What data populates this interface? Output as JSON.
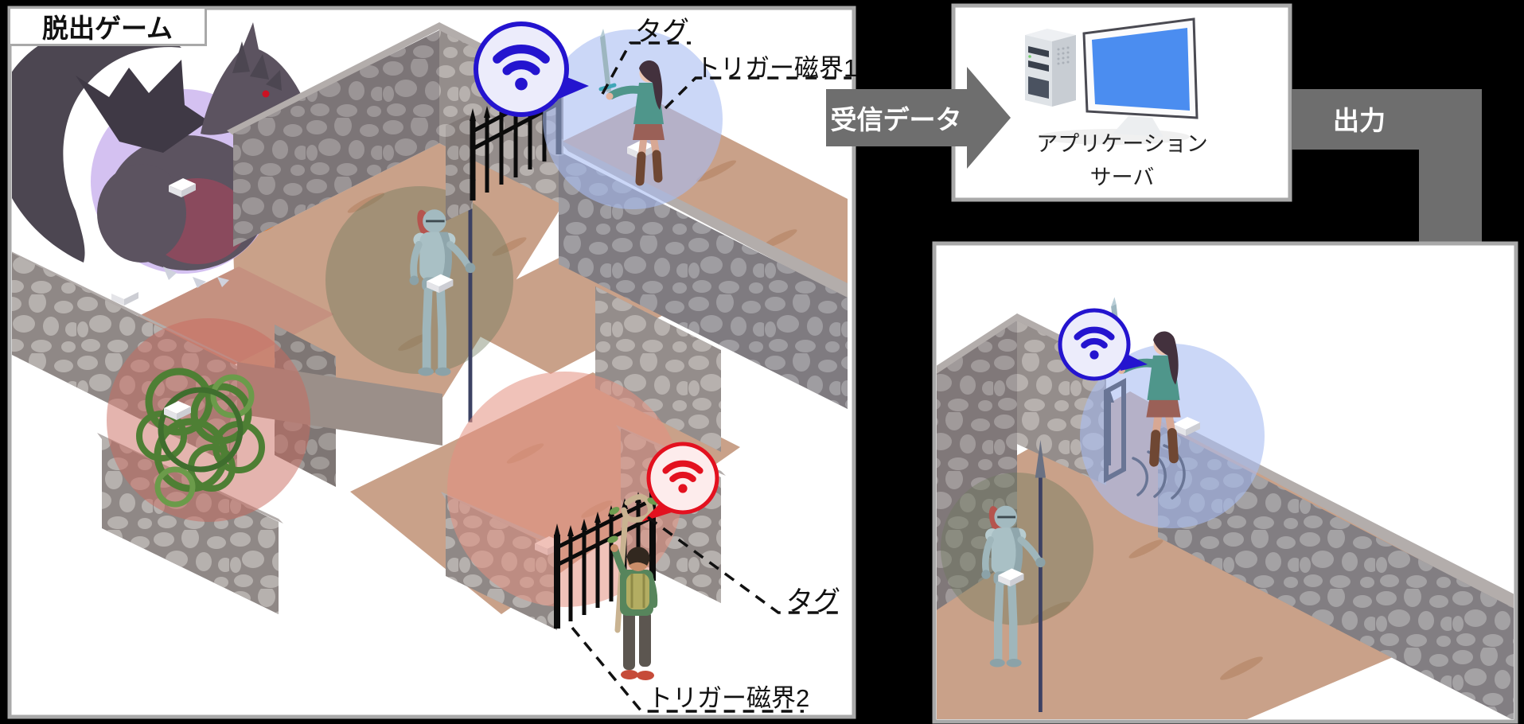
{
  "diagram": {
    "title": "脱出ゲーム",
    "annotations": {
      "tag_top": "タグ",
      "trigger_field_1": "トリガー磁界1",
      "tag_bottom": "タグ",
      "trigger_field_2": "トリガー磁界2"
    },
    "flow": {
      "received_data_label": "受信データ",
      "output_label": "出力"
    },
    "server": {
      "label_line1": "アプリケーション",
      "label_line2": "サーバ"
    },
    "icons": {
      "wifi_blue": "wifi-signal-icon-blue",
      "wifi_red": "wifi-signal-icon-red",
      "server_computer": "desktop-computer-icon",
      "tag": "white-tag-box"
    },
    "colors": {
      "background": "#000000",
      "panel_border": "#a9a9a9",
      "arrow_gray": "#6e6e6e",
      "wifi_blue": "#2414cf",
      "wifi_red": "#e3111f",
      "trigger_blue_circle": "#a9bdf2",
      "trigger_red_circle": "#df8b78",
      "dragon_purple_circle": "#cdb6ee",
      "knight_olive_circle": "#7c8671",
      "floor_tan": "#c9a189",
      "monitor_screen": "#4b8df0"
    }
  }
}
